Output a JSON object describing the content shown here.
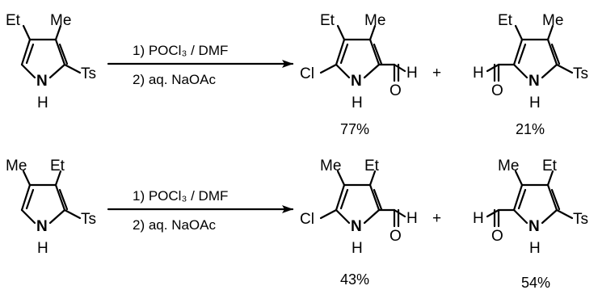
{
  "reactions": [
    {
      "reactant": {
        "substituents": {
          "c3": "Et",
          "c2": "Me",
          "c1": "Ts"
        },
        "nh": {
          "n": "N",
          "h": "H"
        }
      },
      "conditions": {
        "step1": "1) POCl₃ / DMF",
        "step2": "2) aq. NaOAc"
      },
      "product1": {
        "substituents": {
          "c3": "Et",
          "c2": "Me",
          "c4": "Cl"
        },
        "nh": {
          "n": "N",
          "h": "H"
        },
        "aldehyde": {
          "h": "H",
          "o": "O"
        },
        "yield": "77%"
      },
      "plus": "+",
      "product2": {
        "substituents": {
          "c3": "Et",
          "c2": "Me",
          "c1": "Ts"
        },
        "nh": {
          "n": "N",
          "h": "H"
        },
        "aldehyde": {
          "h": "H",
          "o": "O"
        },
        "yield": "21%"
      }
    },
    {
      "reactant": {
        "substituents": {
          "c3": "Me",
          "c2": "Et",
          "c1": "Ts"
        },
        "nh": {
          "n": "N",
          "h": "H"
        }
      },
      "conditions": {
        "step1": "1) POCl₃ / DMF",
        "step2": "2) aq. NaOAc"
      },
      "product1": {
        "substituents": {
          "c3": "Me",
          "c2": "Et",
          "c4": "Cl"
        },
        "nh": {
          "n": "N",
          "h": "H"
        },
        "aldehyde": {
          "h": "H",
          "o": "O"
        },
        "yield": "43%"
      },
      "plus": "+",
      "product2": {
        "substituents": {
          "c3": "Me",
          "c2": "Et",
          "c1": "Ts"
        },
        "nh": {
          "n": "N",
          "h": "H"
        },
        "aldehyde": {
          "h": "H",
          "o": "O"
        },
        "yield": "54%"
      }
    }
  ]
}
